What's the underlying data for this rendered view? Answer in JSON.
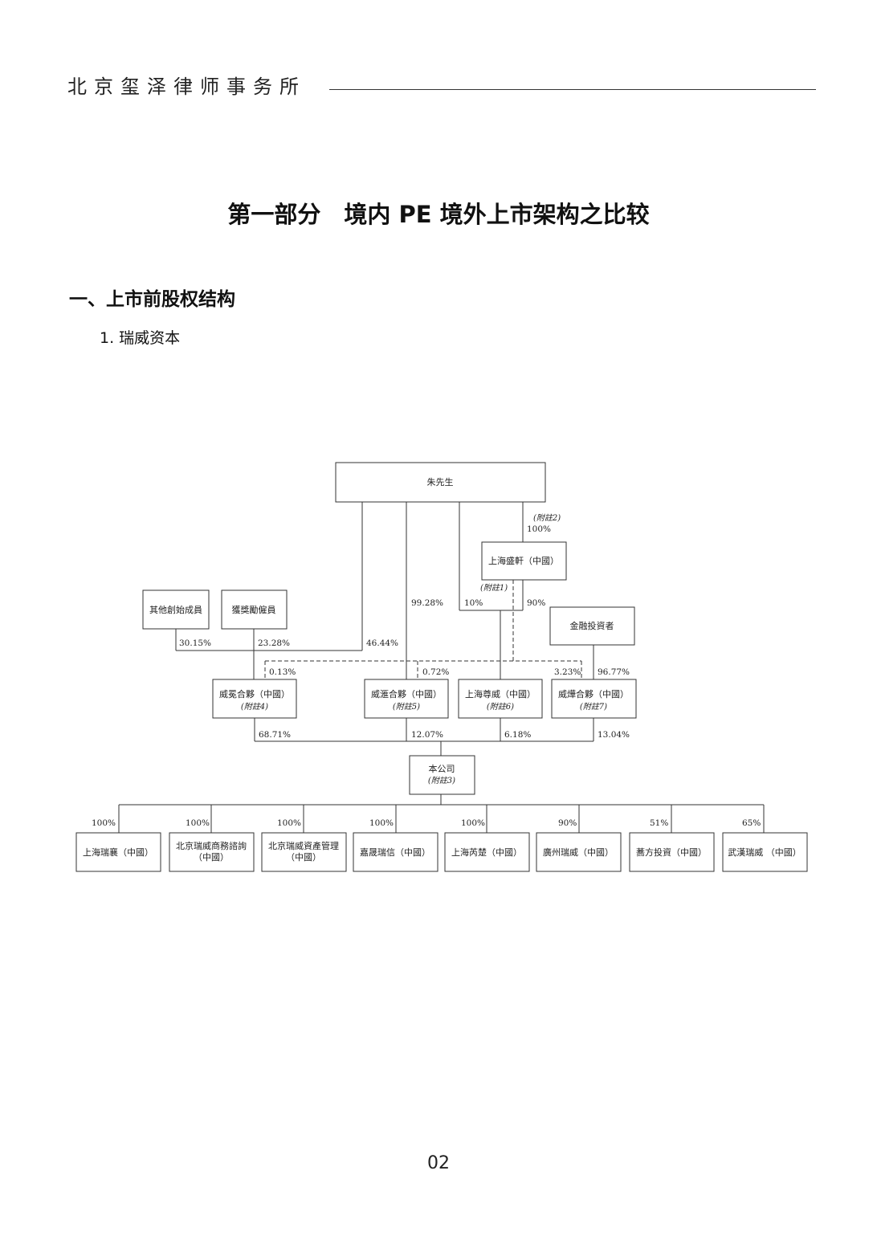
{
  "header": {
    "firm": "北京玺泽律师事务所"
  },
  "title": "第一部分　境内 PE 境外上市架构之比较",
  "section": "一、上市前股权结构",
  "subsection": "1. 瑞威资本",
  "page_number": "02",
  "diagram": {
    "nodes": {
      "zhu": "朱先生",
      "shengxuan": "上海盛軒（中國）",
      "qita": "其他創始成員",
      "huojiang": "獲獎勵僱員",
      "jinrong": "金融投資者",
      "weiyu": "威冕合夥（中國）",
      "weiyu_note": "(附註4)",
      "weihui": "威滙合夥（中國）",
      "weihui_note": "(附註5)",
      "zunwei": "上海尊威（中國）",
      "zunwei_note": "(附註6)",
      "weiye": "威燁合夥（中國）",
      "weiye_note": "(附註7)",
      "company": "本公司",
      "company_note": "(附註3)",
      "sub1": "上海瑞襄（中國）",
      "sub2_a": "北京瑞威商務諮詢",
      "sub2_b": "（中國）",
      "sub3_a": "北京瑞威資產管理",
      "sub3_b": "（中國）",
      "sub4": "嘉晟瑞信（中國）",
      "sub5": "上海芮楚（中國）",
      "sub6": "廣州瑞威（中國）",
      "sub7": "蕎方投資（中國）",
      "sub8": "武漢瑞威 （中國）"
    },
    "notes": {
      "n2": "(附註2)",
      "n1": "(附註1)"
    },
    "pcts": {
      "zhu_shengxuan": "100%",
      "zhu_weihui": "99.28%",
      "zhu_zunwei": "10%",
      "shengxuan_zunwei": "90%",
      "qita_weiyu": "30.15%",
      "huojiang_weiyu": "23.28%",
      "zhu_weiyu": "46.44%",
      "gp_weiyu": "0.13%",
      "gp_weihui": "0.72%",
      "gp_weiye": "3.23%",
      "jinrong_weiye": "96.77%",
      "weiyu_co": "68.71%",
      "weihui_co": "12.07%",
      "zunwei_co": "6.18%",
      "weiye_co": "13.04%",
      "s1": "100%",
      "s2": "100%",
      "s3": "100%",
      "s4": "100%",
      "s5": "100%",
      "s6": "90%",
      "s7": "51%",
      "s8": "65%"
    }
  }
}
